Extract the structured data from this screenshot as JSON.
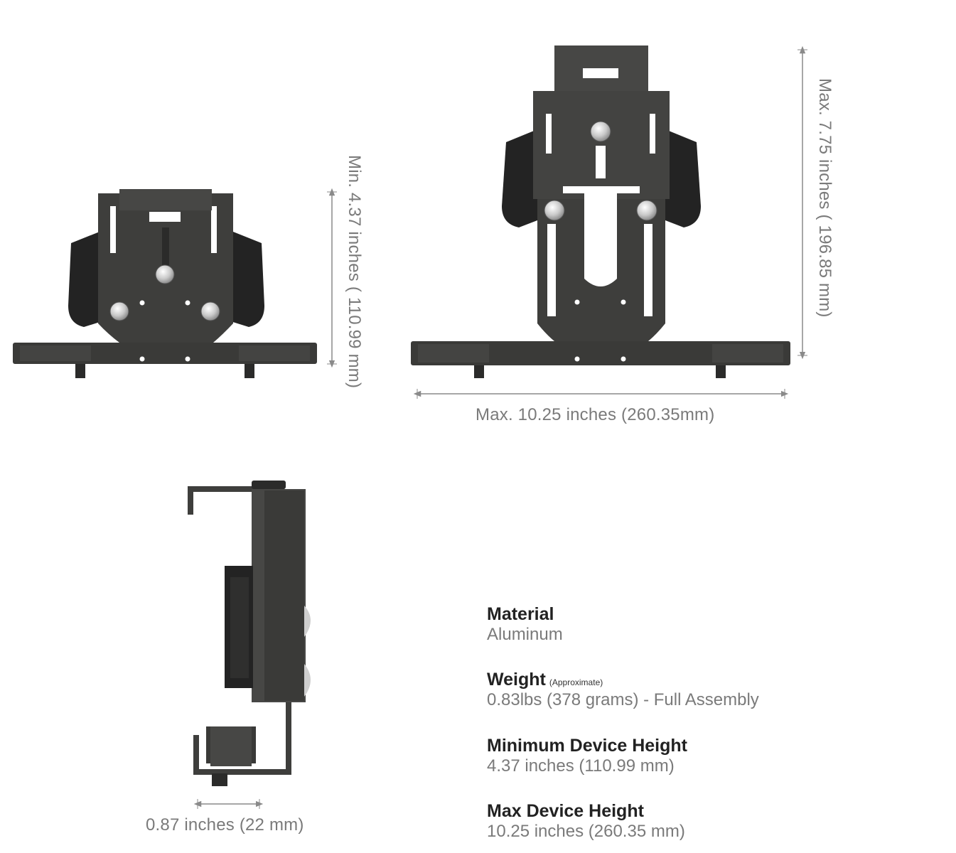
{
  "dimensions": {
    "min_height_label": "Min. 4.37 inches ( 110.99 mm)",
    "max_height_label": "Max. 7.75 inches ( 196.85 mm)",
    "max_width_label": "Max. 10.25 inches (260.35mm)",
    "depth_label": "0.87 inches (22 mm)"
  },
  "specs": [
    {
      "title": "Material",
      "note": "",
      "value": "Aluminum"
    },
    {
      "title": "Weight",
      "note": "(Approximate)",
      "value": "0.83lbs (378 grams) - Full Assembly"
    },
    {
      "title": "Minimum Device Height",
      "note": "",
      "value": "4.37 inches (110.99 mm)"
    },
    {
      "title": "Max Device Height",
      "note": "",
      "value": "10.25 inches (260.35 mm)"
    }
  ],
  "colors": {
    "metal": "#3e3e3c",
    "metal_dark": "#2b2b2a",
    "pad": "#232323",
    "bolt": "#d9d9d9",
    "dimension_line": "#8a8a8a",
    "dimension_text": "#7a7a7a",
    "spec_title": "#222222"
  }
}
